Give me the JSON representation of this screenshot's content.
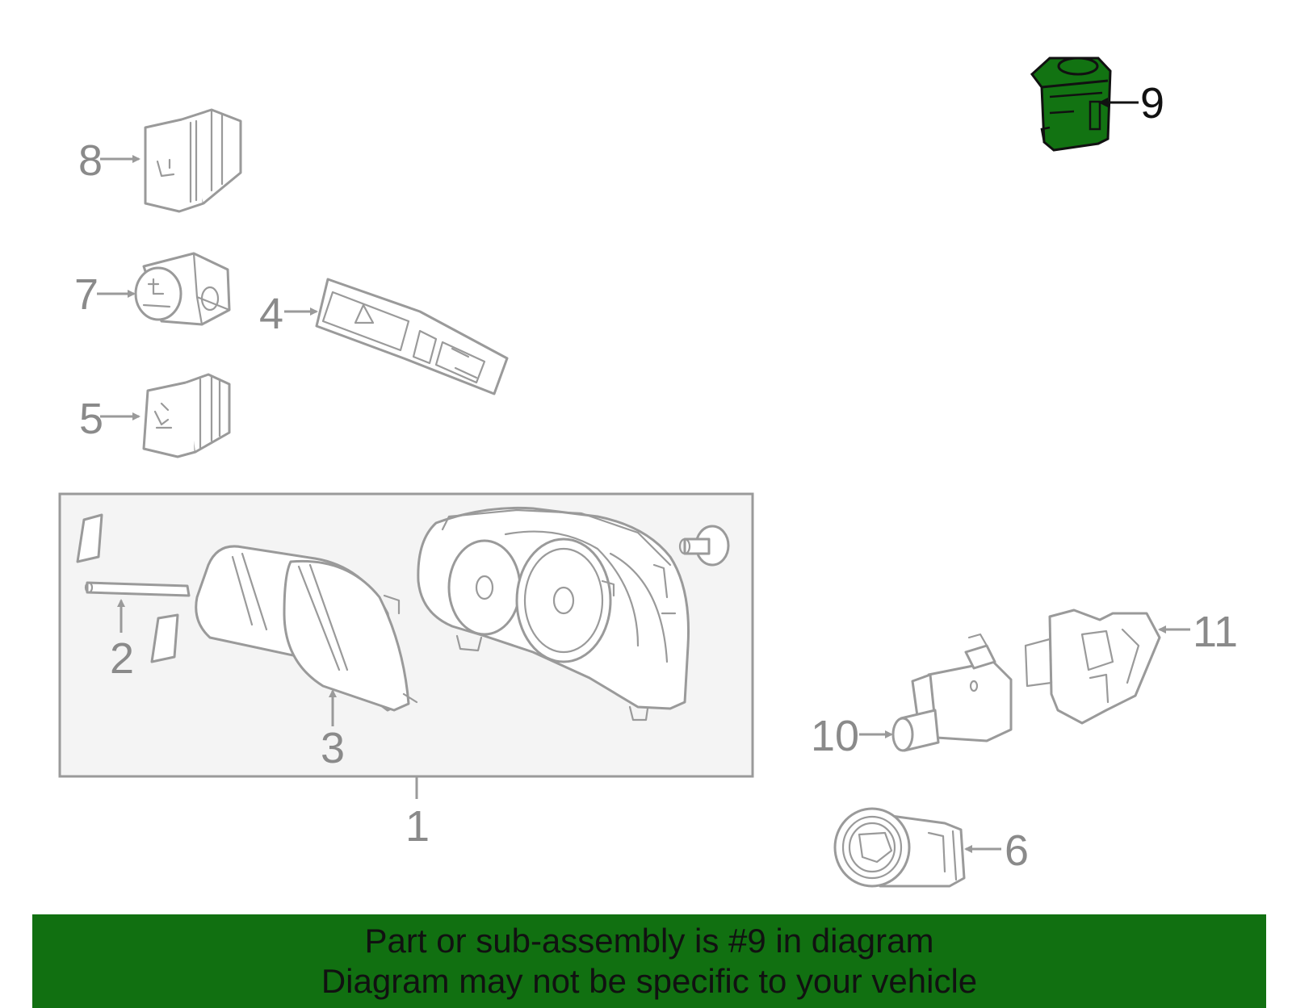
{
  "banner": {
    "line1": "Part or sub-assembly is #9 in diagram",
    "line2": "Diagram may not be specific to your vehicle",
    "background_color": "#117011"
  },
  "highlight_color": "#127312",
  "callouts": {
    "c1": "1",
    "c2": "2",
    "c3": "3",
    "c4": "4",
    "c5": "5",
    "c6": "6",
    "c7": "7",
    "c8": "8",
    "c9": "9",
    "c10": "10",
    "c11": "11"
  },
  "highlighted_part": "9"
}
